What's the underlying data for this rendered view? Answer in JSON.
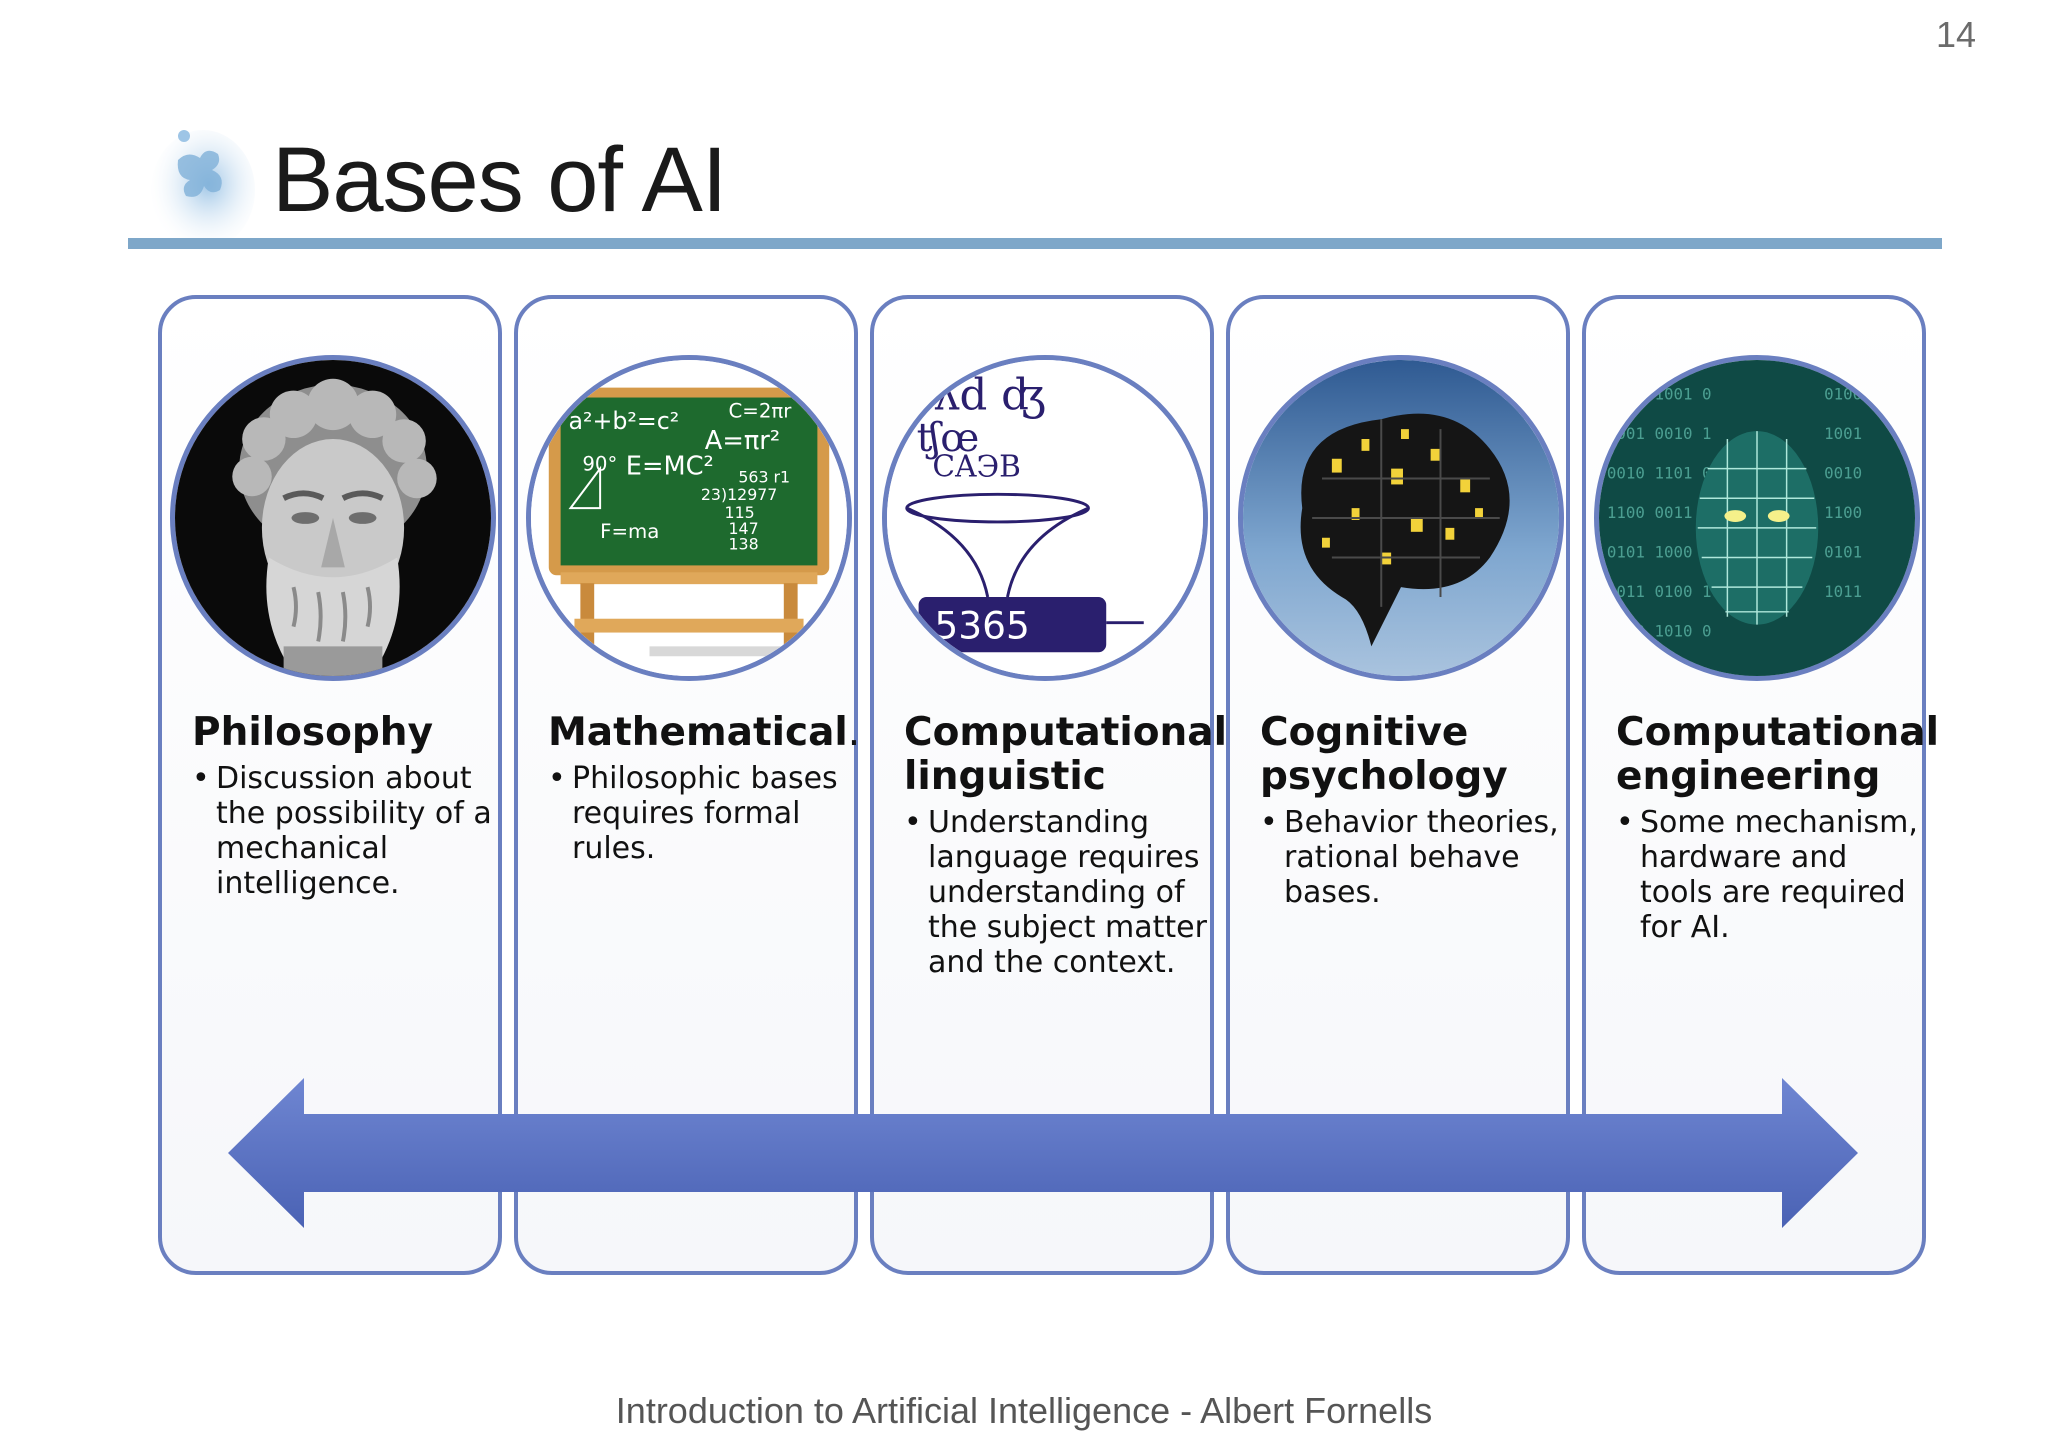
{
  "page_number": "14",
  "title": "Bases of AI",
  "footer": "Introduction to Artificial Intelligence - Albert Fornells",
  "colors": {
    "accent": "#6a7fc0",
    "rule": "#7ea7c9",
    "arrow": "#5b73c4"
  },
  "cards": [
    {
      "heading": "Philosophy",
      "image_icon": "greek-bust-image",
      "bullets": [
        "Discussion about the possibility of a mechanical intelligence."
      ]
    },
    {
      "heading": "Mathematical",
      "heading_suffix": ".",
      "image_icon": "chalkboard-image",
      "chalk_lines": [
        "a²+b²=c²",
        "C=2πr",
        "A=πr²",
        "90°",
        "E=MC²",
        "563 r1",
        "23)12977",
        "115",
        "147",
        "138",
        "F=ma"
      ],
      "bullets": [
        "Philosophic bases requires formal rules."
      ]
    },
    {
      "heading": "Computational linguistic",
      "image_icon": "linguistic-funnel-image",
      "glyph_lines": [
        "ɔʎd ʤ",
        "ʧœ",
        "CAЭB"
      ],
      "funnel_number": "5365",
      "bullets": [
        "Understanding language requires understanding of the subject matter and the context."
      ]
    },
    {
      "heading": "Cognitive psychology",
      "image_icon": "city-brain-image",
      "bullets": [
        "Behavior theories, rational behave bases."
      ]
    },
    {
      "heading": "Computational engineering",
      "image_icon": "digital-face-image",
      "bullets": [
        "Some mechanism, hardware and tools are required for AI."
      ]
    }
  ]
}
